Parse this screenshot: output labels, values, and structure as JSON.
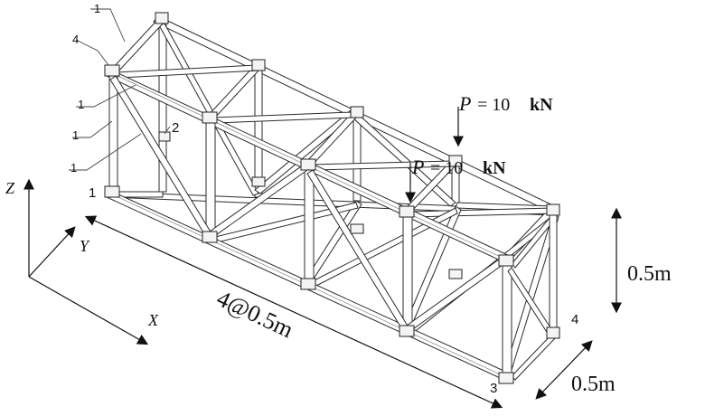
{
  "diagram": {
    "member_labels": {
      "one": "1",
      "two": "2",
      "three": "3",
      "four": "4"
    },
    "loads": [
      {
        "symbol": "P",
        "value": "= 10",
        "unit": "kN"
      },
      {
        "symbol": "P",
        "value": "= 10",
        "unit": "kN"
      }
    ],
    "dimensions": {
      "length": "4@0.5m",
      "height": "0.5m",
      "width": "0.5m"
    },
    "axes": {
      "x": "X",
      "y": "Y",
      "z": "Z"
    }
  }
}
